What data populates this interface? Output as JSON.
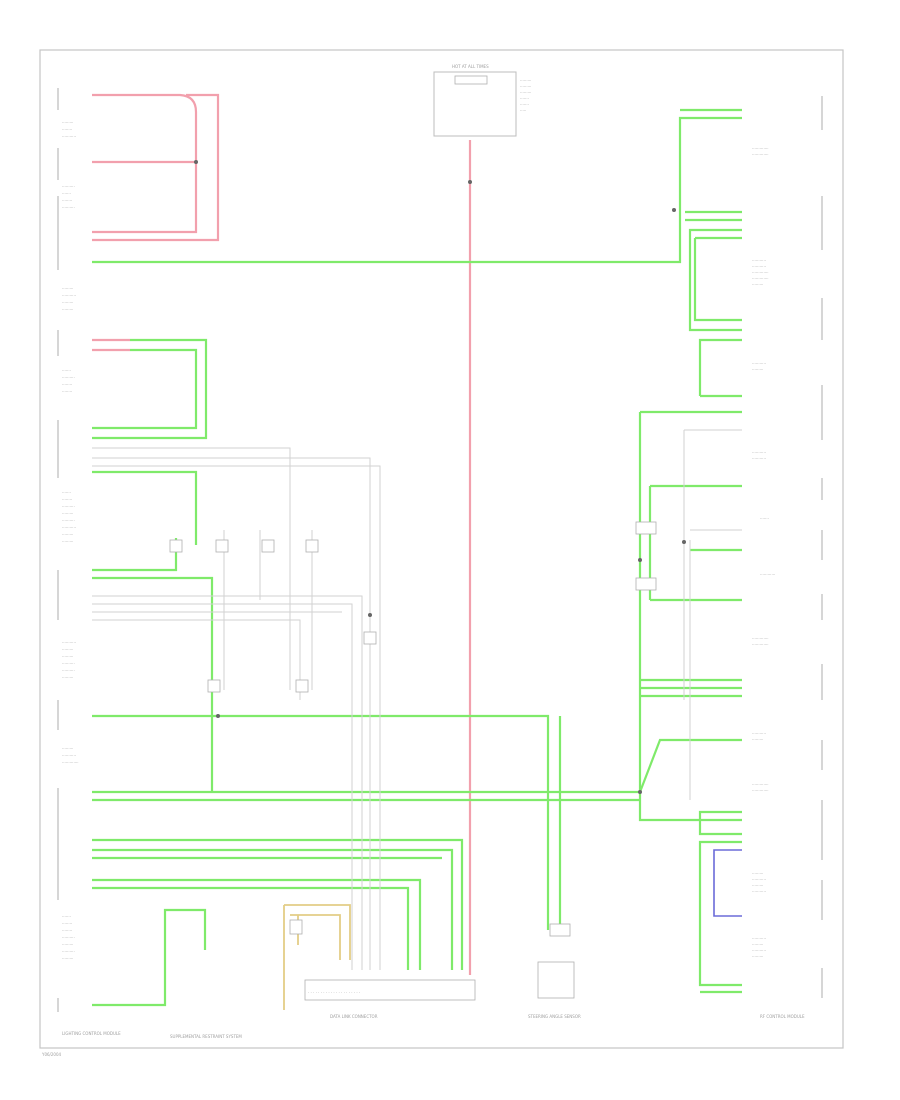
{
  "labels": {
    "top_center": "HOT AT ALL TIMES",
    "bottom_left": "LIGHTING CONTROL MODULE",
    "bottom_ground_block": "SUPPLEMENTAL RESTRAINT SYSTEM",
    "bottom_center_ecm": "DATA LINK CONNECTOR",
    "bottom_steering": "STEERING ANGLE SENSOR",
    "bottom_right": "RF CONTROL MODULE",
    "bottom_corner": "Y06/2004"
  },
  "colors": {
    "wire_green": "#7fea6a",
    "wire_red": "#f2a0ad",
    "wire_yellow": "#e3cd86",
    "wire_blue": "#6b6bd9",
    "frame": "#c4c4c4"
  }
}
